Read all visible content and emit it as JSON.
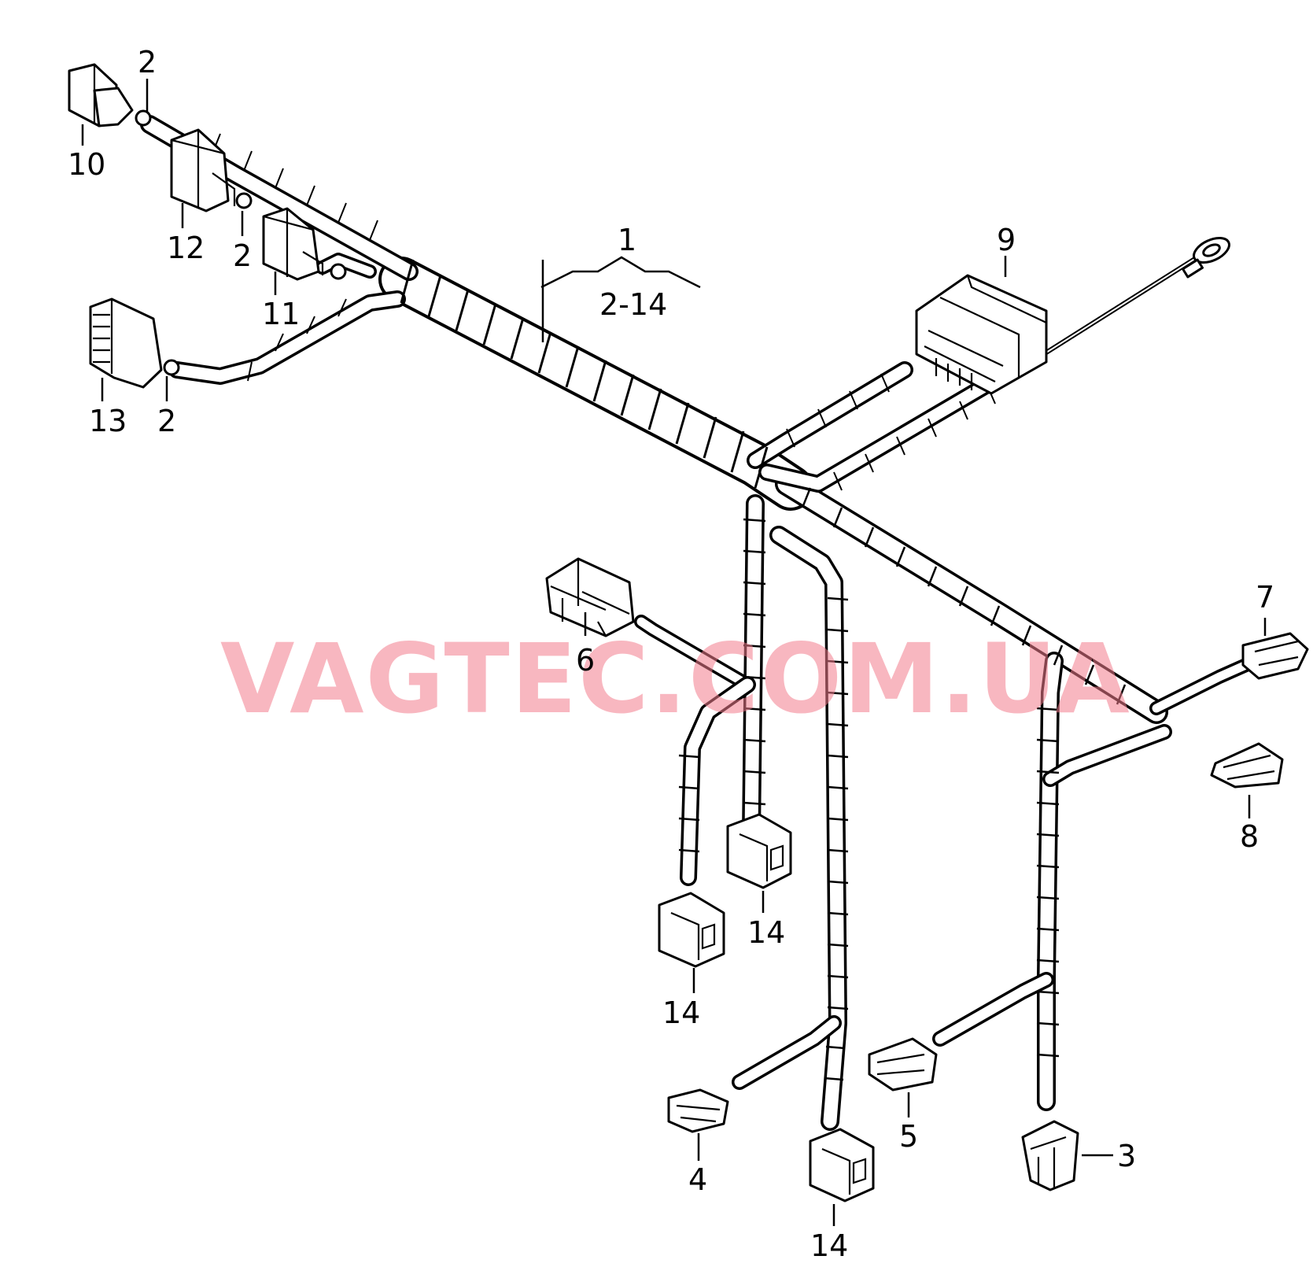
{
  "diagram": {
    "callouts": {
      "n1": "1",
      "range": "2-14",
      "n2a": "2",
      "n2b": "2",
      "n2c": "2",
      "n3": "3",
      "n4": "4",
      "n5": "5",
      "n6": "6",
      "n7": "7",
      "n8": "8",
      "n9": "9",
      "n10": "10",
      "n11": "11",
      "n12": "12",
      "n13": "13",
      "n14a": "14",
      "n14b": "14",
      "n14c": "14"
    },
    "watermark": "VAGTEC.COM.UA"
  }
}
